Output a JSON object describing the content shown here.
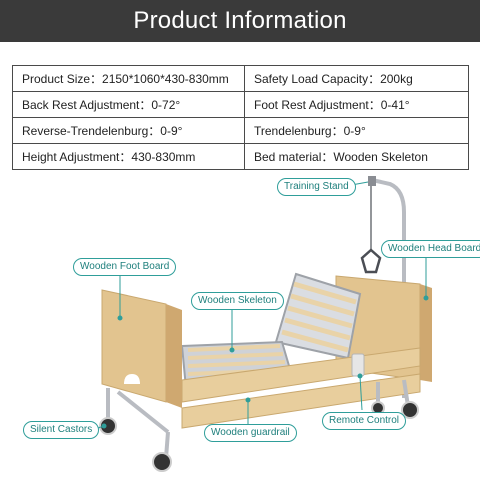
{
  "header": {
    "title": "Product Information"
  },
  "specs": [
    [
      "Product Size：2150*1060*430-830mm",
      "Safety Load Capacity：200kg"
    ],
    [
      "Back Rest Adjustment：0-72°",
      "Foot Rest Adjustment：0-41°"
    ],
    [
      "Reverse-Trendelenburg：0-9°",
      "Trendelenburg：0-9°"
    ],
    [
      "Height Adjustment：430-830mm",
      "Bed material：Wooden Skeleton"
    ]
  ],
  "callouts": {
    "training_stand": "Training Stand",
    "wooden_head_board": "Wooden Head Board",
    "wooden_foot_board": "Wooden Foot Board",
    "wooden_skeleton": "Wooden Skeleton",
    "silent_castors": "Silent Castors",
    "wooden_guardrail": "Wooden guardrail",
    "remote_control": "Remote Control"
  },
  "colors": {
    "header_bg": "#3a3a3a",
    "accent": "#2f9e9a",
    "wood": "#e2c48f"
  }
}
